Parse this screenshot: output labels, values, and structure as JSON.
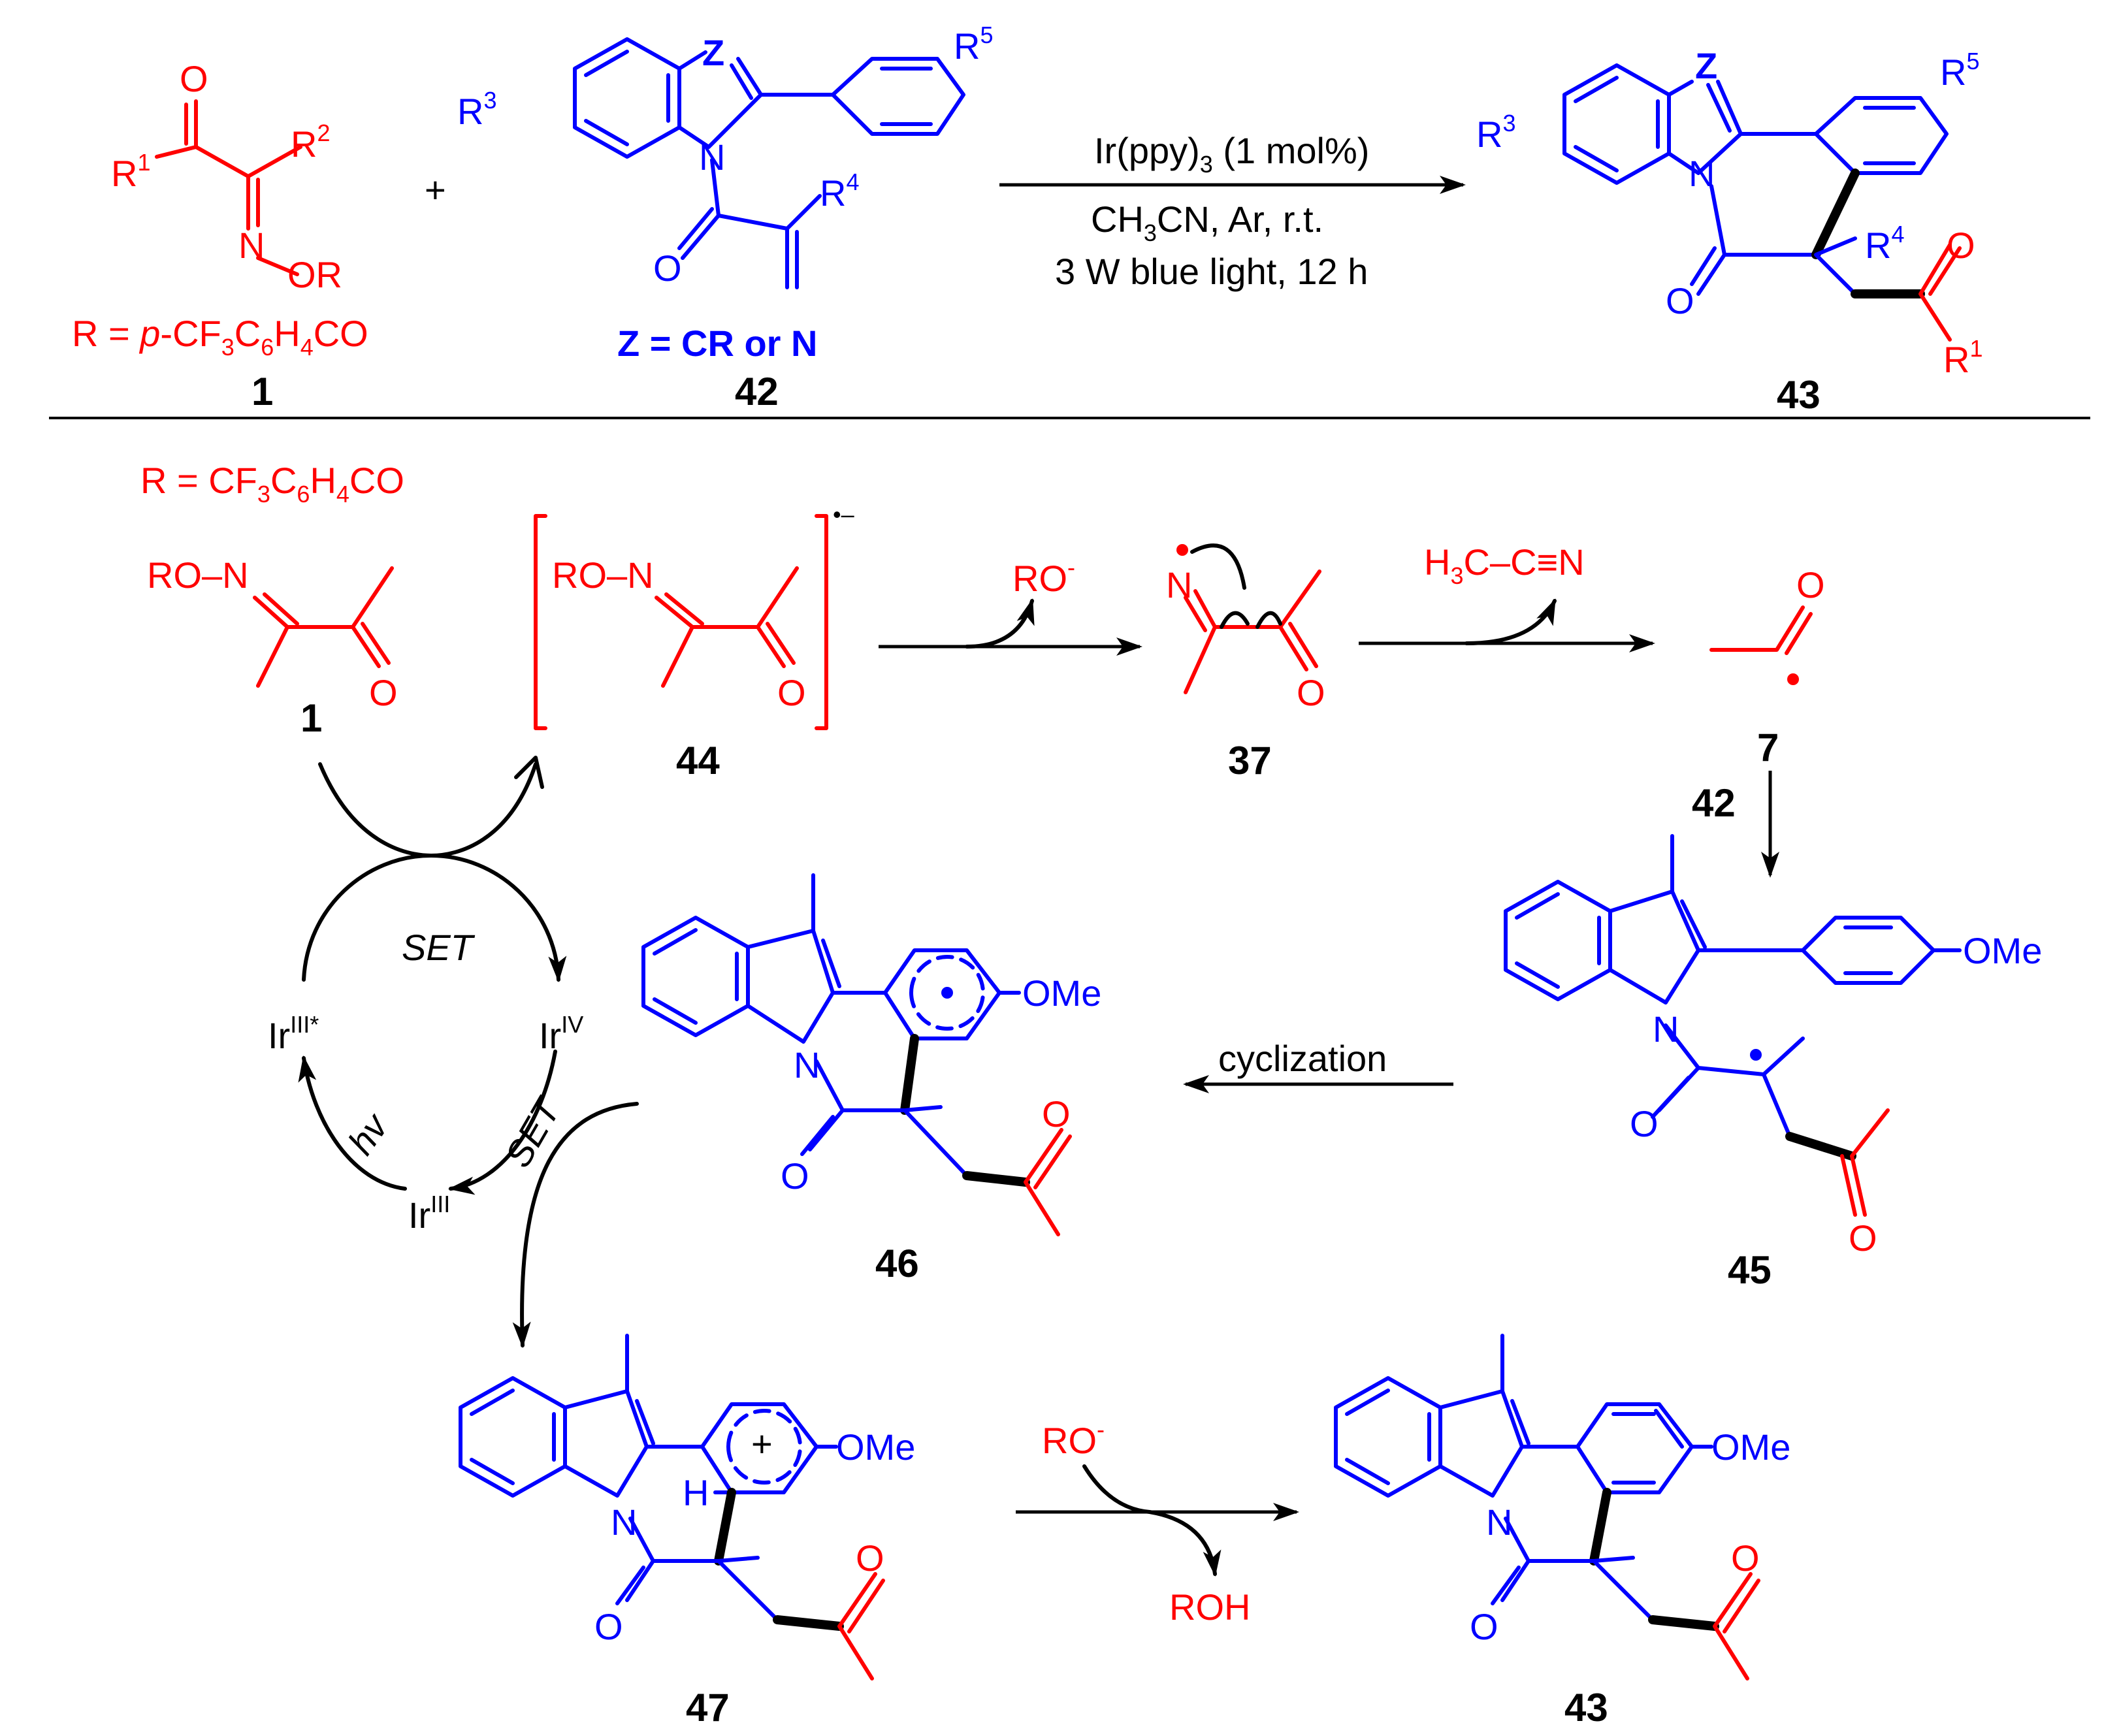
{
  "top_reaction": {
    "reagent_1": {
      "label": "1",
      "substituents": [
        "O",
        "R",
        "1",
        "R",
        "2",
        "N",
        "OR"
      ],
      "r_definition": {
        "prefix": "R = ",
        "italic": "p",
        "formula": "-CF",
        "s1": "3",
        "m1": "C",
        "s2": "6",
        "m2": "H",
        "s3": "4",
        "tail": "CO"
      }
    },
    "plus": "+",
    "reagent_42": {
      "label": "42",
      "z": "Z",
      "z_definition": "Z = CR or N",
      "atoms": [
        "N",
        "O",
        "R",
        "3",
        "R",
        "4",
        "R",
        "5"
      ]
    },
    "conditions": {
      "line1": {
        "main": "Ir(ppy)",
        "sub": "3",
        "tail": " (1 mol%)"
      },
      "line2": {
        "a": "CH",
        "sub": "3",
        "b": "CN, Ar, r.t."
      },
      "line3": "3 W blue light, 12 h"
    },
    "product_43": {
      "label": "43",
      "atoms": [
        "Z",
        "N",
        "O",
        "O",
        "R",
        "1",
        "R",
        "3",
        "R",
        "4",
        "R",
        "5"
      ]
    }
  },
  "mechanism": {
    "r_definition": {
      "prefix": "R = CF",
      "s1": "3",
      "m1": "C",
      "s2": "6",
      "m2": "H",
      "s3": "4",
      "tail": "CO"
    },
    "compound_1": {
      "label": "1",
      "text": "RO–N",
      "o": "O"
    },
    "compound_44": {
      "label": "44",
      "text": "RO–N",
      "o": "O",
      "charge": "•–"
    },
    "leaving_group": {
      "main": "RO",
      "sup": "-"
    },
    "compound_37": {
      "label": "37",
      "n": "N",
      "o": "O"
    },
    "acetonitrile": {
      "a": "H",
      "sub": "3",
      "b": "C–C≡N"
    },
    "compound_7": {
      "label": "7",
      "o": "O"
    },
    "arrow_7_45_label": "42",
    "compound_45": {
      "label": "45",
      "n": "N",
      "o1": "O",
      "o2": "O",
      "ome": "OMe"
    },
    "cyclization_label": "cyclization",
    "compound_46": {
      "label": "46",
      "n": "N",
      "o1": "O",
      "o2": "O",
      "ome": "OMe"
    },
    "catalytic_cycle": {
      "excited": {
        "main": "Ir",
        "sup": "III*"
      },
      "oxidized": {
        "main": "Ir",
        "sup": "IV"
      },
      "ground": {
        "main": "Ir",
        "sup": "III"
      },
      "set_top": "SET",
      "set_right": "SET",
      "hv": "hv"
    },
    "compound_47": {
      "label": "47",
      "n": "N",
      "h": "H",
      "o1": "O",
      "o2": "O",
      "ome": "OMe",
      "plus": "+"
    },
    "deprotonation": {
      "base": {
        "main": "RO",
        "sup": "-"
      },
      "product": "ROH"
    },
    "compound_43": {
      "label": "43",
      "n": "N",
      "o1": "O",
      "o2": "O",
      "ome": "OMe"
    }
  }
}
